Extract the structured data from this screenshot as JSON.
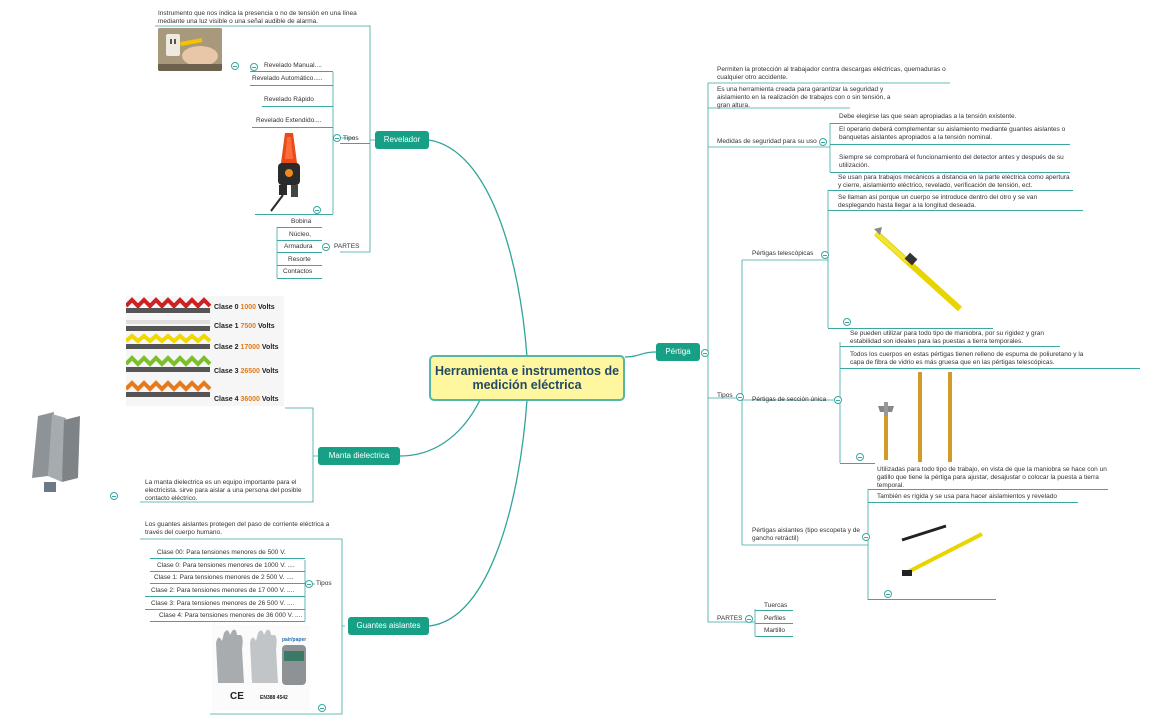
{
  "central": {
    "title": "Herramienta e instrumentos de medición eléctrica"
  },
  "revelador": {
    "label": "Revelador",
    "description": "Instrumento que nos indica la presencia o no de tensión en una línea mediante una luz visible o una señal audible de alarma.",
    "tipos_label": "Tipos",
    "tipos": [
      "Revelado Manual....",
      "Revelado Automático.....",
      "Revelado Rápido",
      "Revelado Extendido...."
    ],
    "partes_label": "PARTES",
    "partes": [
      "Bobina",
      "Núcleo,",
      "Armadura",
      "Resorte",
      "Contactos"
    ]
  },
  "manta": {
    "label": "Manta dielectrica",
    "classes": [
      {
        "name": "Clase 0",
        "volts": "1000",
        "unit": "Volts",
        "color": "#cc2222"
      },
      {
        "name": "Clase 1",
        "volts": "7500",
        "unit": "Volts",
        "color": "#dddddd"
      },
      {
        "name": "Clase 2",
        "volts": "17000",
        "unit": "Volts",
        "color": "#f2d600"
      },
      {
        "name": "Clase 3",
        "volts": "26500",
        "unit": "Volts",
        "color": "#7bbf2a"
      },
      {
        "name": "Clase 4",
        "volts": "36000",
        "unit": "Volts",
        "color": "#e87a1c"
      }
    ],
    "description": "La manta dielectrica es un equipo importante para el electricista. sirve para aislar a una persona del posible contacto eléctrico."
  },
  "guantes": {
    "label": "Guantes aislantes",
    "description": "Los guantes aislantes protegen del paso de corriente eléctrica a través del cuerpo humano.",
    "tipos_label": "Tipos",
    "tipos": [
      "Clase 00: Para tensiones menores de 500 V.",
      "Clase 0:  Para tensiones menores de 1000 V. ....",
      "Clase 1: Para tensiones menores de 2 500 V. ....",
      "Clase 2: Para tensiones menores de 17 000 V. ....",
      "Clase 3: Para tensiones menores de 26 500 V. ....",
      "Clase 4: Para tensiones menores de 36 000 V. ...."
    ],
    "brand": "pair/paper",
    "cert": "EN388  4542"
  },
  "pertiga": {
    "label": "Pértiga",
    "desc1": "Permiten la protección al trabajador contra descargas eléctricas, quemaduras o cualquier otro accidente.",
    "desc2": "Es una herramienta creada para garantizar la seguridad y aislamiento en la realización de trabajos con o sin tensión, a gran altura.",
    "medidas_label": "Medidas de seguridad para su uso",
    "medidas": [
      "Debe elegirse las que sean apropiadas a la tensión existente.",
      "El operario deberá complementar su aislamiento mediante guantes aislantes o banquetas aislantes apropiados a la tensión nominal.",
      "Siempre se comprobará el funcionamiento del detector antes y después de su utilización."
    ],
    "tipos_label": "Tipos",
    "telescopicas": {
      "label": "Pértigas telescópicas",
      "d1": "Se usan para trabajos mecánicos a distancia en la parte eléctrica como apertura y cierre, aislamiento eléctrico, revelado, verificación de tensión, ect.",
      "d2": "Se llaman así porque un cuerpo se introduce dentro del otro y se van desplegando hasta llegar a la longitud deseada."
    },
    "seccion": {
      "label": "Pértigas de sección única",
      "d1": "Se pueden utilizar para todo tipo de maniobra, por su rigidez y gran estabilidad son ideales para las puestas a tierra temporales.",
      "d2": "Todos los cuerpos en estas pértigas tienen relleno de espuma de poliuretano y la capa de fibra de vidrio es más gruesa que en las pértigas telescópicas."
    },
    "aislantes": {
      "label": "Pértigas aislantes (tipo escopeta y de gancho retráctil)",
      "d1": "Utilizadas para todo tipo de trabajo, en vista de que la maniobra se hace con un gatillo que tiene la pértiga para ajustar, desajustar o colocar la puesta a tierra temporal.",
      "d2": "También es rígida y se usa para hacer aislamientos y revelado"
    },
    "partes_label": "PARTES",
    "partes": [
      "Tuercas",
      "Perfiles",
      "Martillo"
    ]
  }
}
